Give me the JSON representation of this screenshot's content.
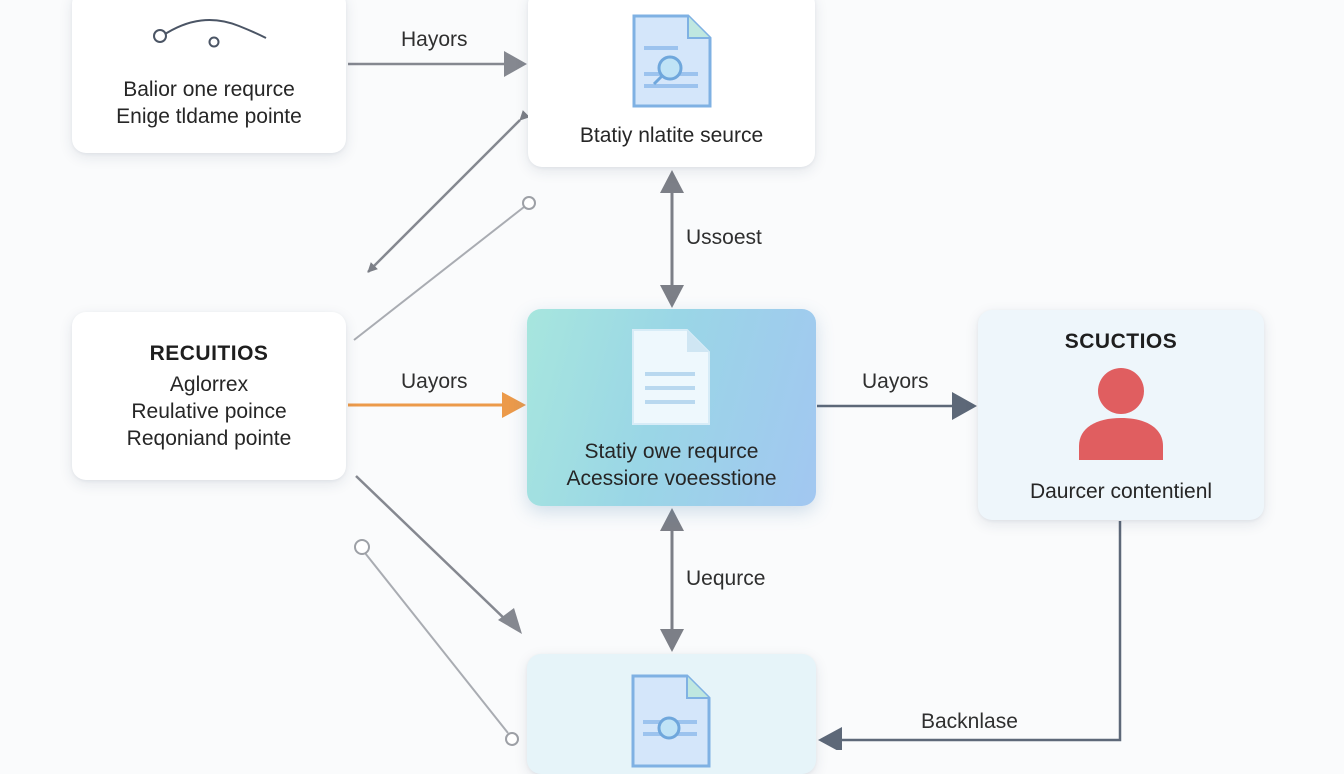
{
  "nodes": {
    "balior": {
      "lines": [
        "Balior one requrce",
        "Enige tldame pointe"
      ]
    },
    "batiy": {
      "caption": "Btatiy nlatite seurce"
    },
    "recuitios": {
      "title": "RECUITIOS",
      "lines": [
        "Aglorrex",
        "Reulative poince",
        "Reqoniand pointe"
      ]
    },
    "staty": {
      "lines": [
        "Statiy owe requrce",
        "Acessiore voeesstione"
      ]
    },
    "scuctios": {
      "title": "SCUCTIOS",
      "caption": "Daurcer contentienl"
    }
  },
  "edges": {
    "hayors": "Hayors",
    "ussoest": "Ussoest",
    "uayors_left": "Uayors",
    "uayors_right": "Uayors",
    "uequrce": "Uequrce",
    "backnlase": "Backnlase"
  },
  "colors": {
    "accent_orange": "#ec9a4a",
    "arrow_gray": "#7c7f87",
    "arrow_slate": "#5d6878",
    "person_red": "#e05e60",
    "doc_blue": "#9cc3ee"
  }
}
